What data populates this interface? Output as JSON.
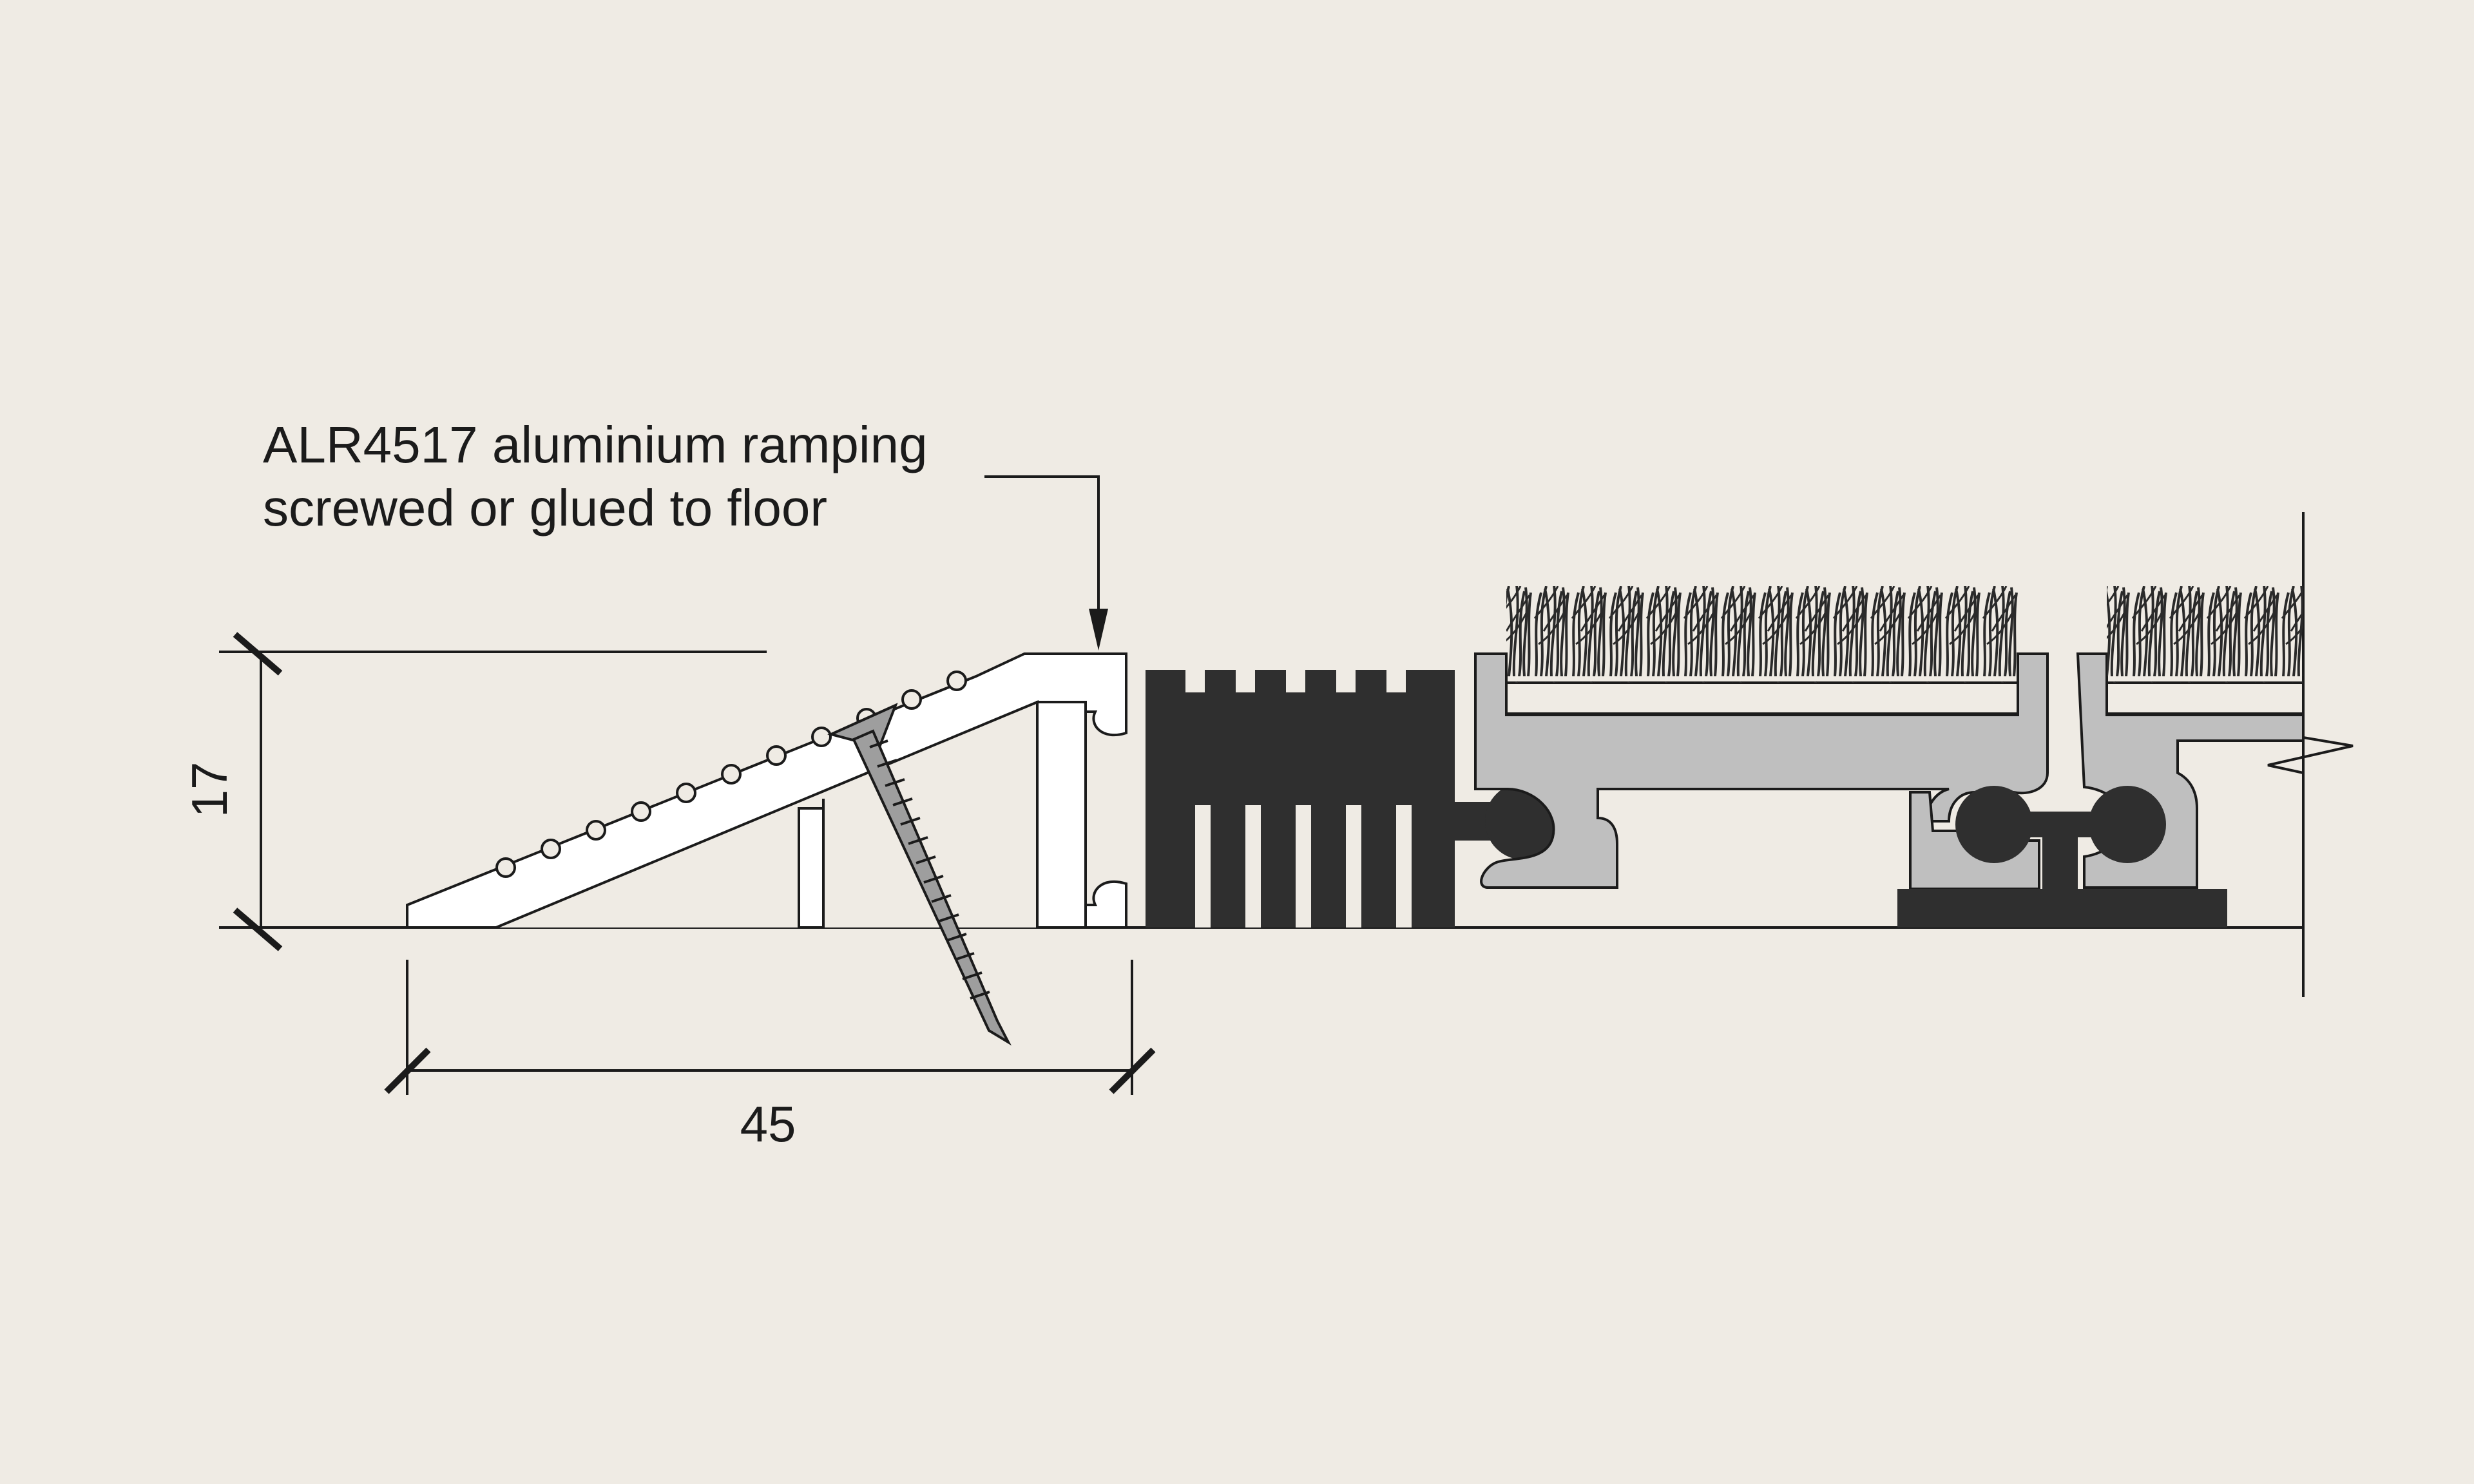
{
  "annotation": {
    "line1": "ALR4517 aluminium ramping",
    "line2": "screwed or glued to floor"
  },
  "dimensions": {
    "height_value": "17",
    "width_value": "45"
  },
  "colors": {
    "background": "#efebe4",
    "line": "#1b1b1b",
    "ramp_fill": "#ffffff",
    "rubber_insert": "#2f2f2f",
    "carrier_profile": "#bfbfbf",
    "brush_fibre": "#2a2a2a",
    "screw": "#9e9e9e"
  },
  "components": {
    "ramp": "ramp-profile",
    "screw": "screw-icon",
    "rubber": "rubber-insert",
    "carriers": "carrier-profile",
    "brushes": "brush-strip"
  }
}
